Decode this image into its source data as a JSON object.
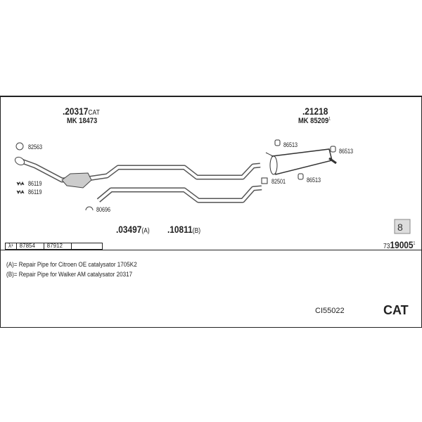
{
  "parts": {
    "cat": {
      "number": ".20317",
      "suffix": "CAT",
      "mk": "MK 18473"
    },
    "rear": {
      "number": ".21218",
      "mk": "MK 85209",
      "mk_sup": "1"
    },
    "repair_a": {
      "number": ".03497",
      "suffix": "(A)"
    },
    "repair_b": {
      "number": ".10811",
      "suffix": "(B)"
    },
    "kit": {
      "prefix": "73",
      "number": "19005",
      "sup": "1"
    }
  },
  "labels": {
    "gasket": "82563",
    "spring1": "86119",
    "spring2": "86119",
    "clamp": "80696",
    "clamp2": "82501",
    "rubber1": "86513",
    "rubber2": "86513",
    "rubber3": "86513"
  },
  "lambda": {
    "symbol": "λ¹",
    "cells": [
      "87854",
      "87912",
      ""
    ]
  },
  "notes": [
    "(A)= Repair Pipe for Citroen OE catalysator 1705K2",
    "(B)= Repair Pipe for Walker AM catalysator 20317"
  ],
  "footer": {
    "code": "CI55022",
    "type": "CAT"
  }
}
